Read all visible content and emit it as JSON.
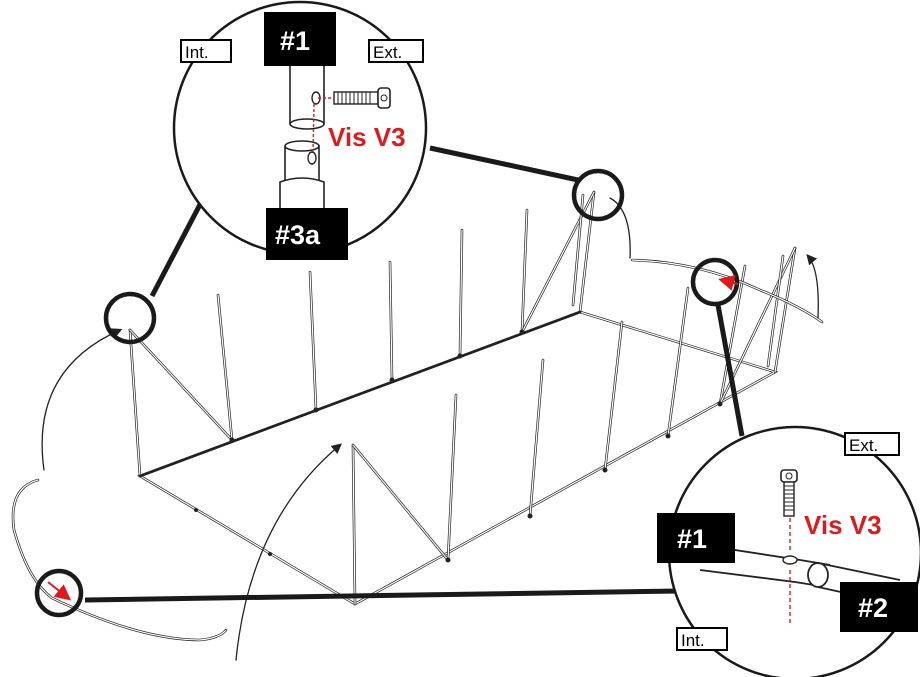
{
  "diagram": {
    "labels": {
      "top_int": "Int.",
      "top_part_1": "#1",
      "top_ext": "Ext.",
      "top_screw": "Vis V3",
      "top_part_3a": "#3a",
      "right_ext": "Ext.",
      "right_part_1": "#1",
      "right_screw": "Vis V3",
      "right_part_2": "#2",
      "right_int": "Int."
    },
    "colors": {
      "label_bg": "#000000",
      "label_text": "#ffffff",
      "accent_red": "#e0191c",
      "line": "#1a1a1a"
    },
    "icons": [
      "screw-icon",
      "pole-connector-icon",
      "rotation-arrow-icon"
    ]
  }
}
